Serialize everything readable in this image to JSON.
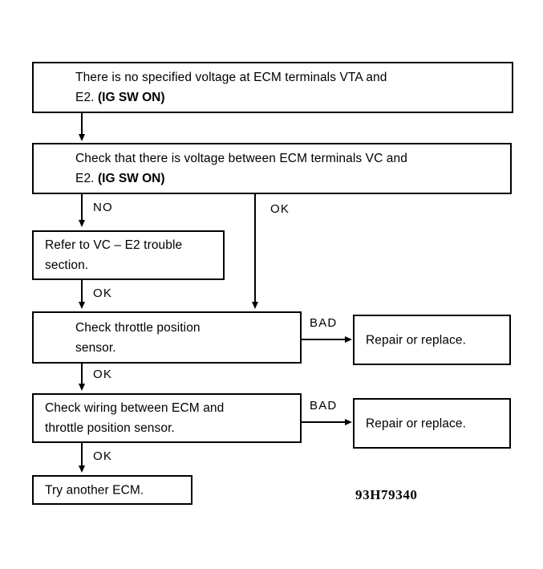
{
  "diagram": {
    "type": "troubleshooting-flowchart",
    "reference_code": "93H79340",
    "nodes": [
      {
        "id": "symptom",
        "text": "There is no specified voltage at ECM terminals VTA and\nE2. (IG SW ON)",
        "bold_suffix": "(IG SW ON)"
      },
      {
        "id": "check-vc-e2",
        "text": "Check that there is voltage between ECM terminals VC and\nE2.  (IG SW ON)",
        "bold_suffix": "(IG SW ON)"
      },
      {
        "id": "refer-vc-e2",
        "text": "Refer to VC – E2 trouble\nsection."
      },
      {
        "id": "check-tps",
        "text": "Check throttle position\nsensor."
      },
      {
        "id": "repair-replace-1",
        "text": "Repair or replace."
      },
      {
        "id": "check-wiring",
        "text": "Check wiring between ECM and\nthrottle position sensor."
      },
      {
        "id": "repair-replace-2",
        "text": "Repair or replace."
      },
      {
        "id": "try-another-ecm",
        "text": "Try another ECM."
      }
    ],
    "edge_labels": {
      "no": "NO",
      "ok_1": "OK",
      "ok_2": "OK",
      "ok_3": "OK",
      "ok_4": "OK",
      "bad_1": "BAD",
      "bad_2": "BAD"
    }
  }
}
